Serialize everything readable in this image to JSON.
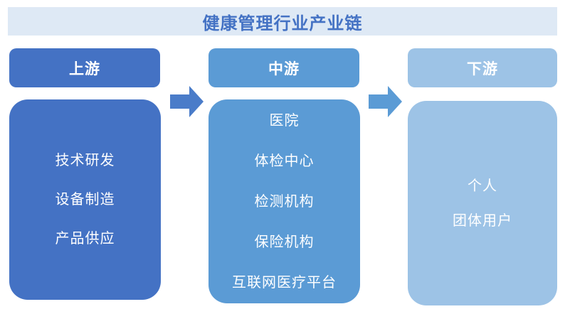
{
  "title": "健康管理行业产业链",
  "colors": {
    "title_bar_bg": "#DEE9F5",
    "title_text": "#4472C4",
    "upstream": "#4472C4",
    "midstream": "#5B9BD5",
    "downstream": "#9DC3E6",
    "arrow_1": "#4A7CC9",
    "arrow_2": "#5B9BD5",
    "box_text": "#FFFFFF"
  },
  "columns": [
    {
      "id": "upstream",
      "header": "上游",
      "items": [
        "技术研发",
        "设备制造",
        "产品供应"
      ]
    },
    {
      "id": "midstream",
      "header": "中游",
      "items": [
        "医院",
        "体检中心",
        "检测机构",
        "保险机构",
        "互联网医疗平台"
      ]
    },
    {
      "id": "downstream",
      "header": "下游",
      "items": [
        "个人",
        "团体用户"
      ]
    }
  ],
  "arrows": [
    {
      "name": "upstream-to-midstream",
      "direction": "right"
    },
    {
      "name": "midstream-to-downstream",
      "direction": "right"
    }
  ]
}
